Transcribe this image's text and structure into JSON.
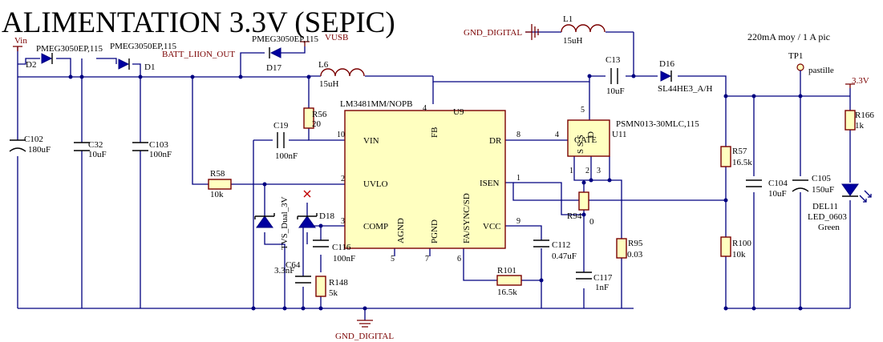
{
  "title": "ALIMENTATION 3.3V (SEPIC)",
  "note": "220mA moy / 1 A pic",
  "nets": {
    "vin": "Vin",
    "vusb": "VUSB",
    "batt": "BATT_LIION_OUT",
    "gnd_top": "GND_DIGITAL",
    "gnd_bottom": "GND_DIGITAL",
    "v33": "3.3V"
  },
  "ic": {
    "ref": "U9",
    "part": "LM3481MM/NOPB",
    "pins": {
      "vin": "VIN",
      "uvlo": "UVLO",
      "comp": "COMP",
      "fb": "FB",
      "dr": "DR",
      "isen": "ISEN",
      "vcc": "VCC",
      "agnd": "AGND",
      "pgnd": "PGND",
      "fa": "FA/SYNC/SD"
    },
    "pin_numbers": {
      "vin": "10",
      "uvlo": "2",
      "comp": "3",
      "fb": "4",
      "dr": "8",
      "isen": "1",
      "vcc": "9",
      "agnd": "5",
      "pgnd": "7",
      "fa": "6"
    }
  },
  "mosfet": {
    "ref": "U11",
    "part": "PSMN013-30MLC,115",
    "gate": "GATE",
    "d": "D",
    "s": "S S S",
    "gate_pin": "4",
    "d_pin": "5",
    "s_pins": [
      "1",
      "2",
      "3"
    ]
  },
  "components": {
    "d2": {
      "ref": "D2",
      "value": "PMEG3050EP,115"
    },
    "d1": {
      "ref": "D1",
      "value": "PMEG3050EP,115"
    },
    "d17": {
      "ref": "D17",
      "value": "PMEG3050EP,115"
    },
    "d16": {
      "ref": "D16",
      "value": "SL44HE3_A/H"
    },
    "d18": {
      "ref": "D18"
    },
    "tvs": {
      "value": "TVS_Dual_3V"
    },
    "del11": {
      "ref": "DEL11",
      "value": "LED_0603",
      "color": "Green"
    },
    "tp1": {
      "ref": "TP1",
      "value": "pastille"
    },
    "l1": {
      "ref": "L1",
      "value": "15uH"
    },
    "l6": {
      "ref": "L6",
      "value": "15uH"
    },
    "c102": {
      "ref": "C102",
      "value": "180uF"
    },
    "c32": {
      "ref": "C32",
      "value": "10uF"
    },
    "c103": {
      "ref": "C103",
      "value": "100nF"
    },
    "c19": {
      "ref": "C19",
      "value": "100nF"
    },
    "c13": {
      "ref": "C13",
      "value": "10uF"
    },
    "c116": {
      "ref": "C116",
      "value": "100nF"
    },
    "c64": {
      "ref": "C64",
      "value": "3.3nF"
    },
    "c112": {
      "ref": "C112",
      "value": "0.47uF"
    },
    "c117": {
      "ref": "C117",
      "value": "1nF"
    },
    "c104": {
      "ref": "C104",
      "value": "10uF"
    },
    "c105": {
      "ref": "C105",
      "value": "150uF"
    },
    "r56": {
      "ref": "R56",
      "value": "20"
    },
    "r58": {
      "ref": "R58",
      "value": "10k"
    },
    "r148": {
      "ref": "R148",
      "value": "5k"
    },
    "r101": {
      "ref": "R101",
      "value": "16.5k"
    },
    "r94": {
      "ref": "R94",
      "value": "0"
    },
    "r95": {
      "ref": "R95",
      "value": "0.03"
    },
    "r57": {
      "ref": "R57",
      "value": "16.5k"
    },
    "r100": {
      "ref": "R100",
      "value": "10k"
    },
    "r166": {
      "ref": "R166",
      "value": "1k"
    }
  }
}
